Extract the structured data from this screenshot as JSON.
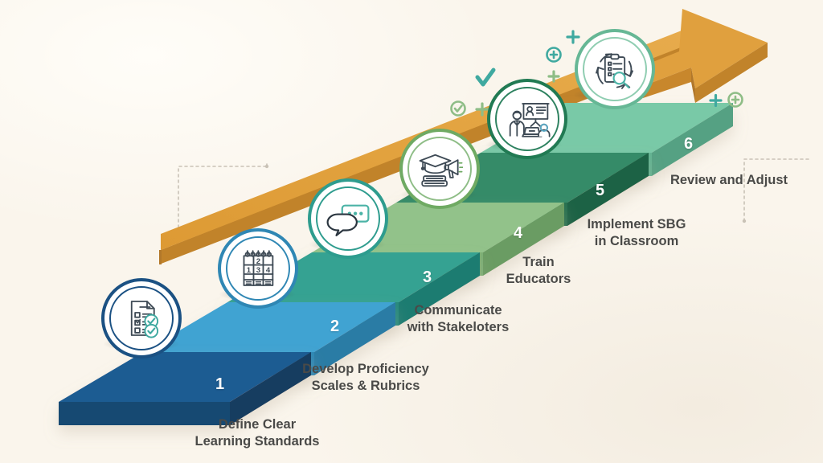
{
  "infographic": {
    "background_color": "#faf5ec",
    "caption_color": "#4a4a48",
    "number_color": "#ffffff",
    "arrow_color": "#e2a03f",
    "arrow_side_color": "#c8862b",
    "arrow_name": "upward-progress-arrow"
  },
  "steps": [
    {
      "number": "1",
      "caption": "Define Clear\nLearning Standards",
      "icon_name": "checklist-document-icon",
      "top_color": "#1b5183",
      "front_color": "#174872",
      "side_color": "#123c61",
      "ring_color": "#1b5183",
      "accent_color": "#3fa9a0"
    },
    {
      "number": "2",
      "caption": "Develop Proficiency\nScales & Rubrics",
      "icon_name": "rubric-scale-grid-icon",
      "top_color": "#3b9ccb",
      "front_color": "#2f87b4",
      "side_color": "#2a7ba5",
      "ring_color": "#2f87b4",
      "accent_color": "#3b9ccb"
    },
    {
      "number": "3",
      "caption": "Communicate\nwith Stakeloters",
      "icon_name": "speech-bubbles-icon",
      "top_color": "#2e9c8e",
      "front_color": "#258a7d",
      "side_color": "#1f7c71",
      "ring_color": "#2e9c8e",
      "accent_color": "#4bb3a6"
    },
    {
      "number": "4",
      "caption": "Train\nEducators",
      "icon_name": "graduation-cap-megaphone-icon",
      "top_color": "#8ebd86",
      "front_color": "#7caf74",
      "side_color": "#6e9f67",
      "ring_color": "#6faa63",
      "accent_color": "#8ebd86"
    },
    {
      "number": "5",
      "caption": "Implement SBG\nin Classroom",
      "icon_name": "teacher-presentation-icon",
      "top_color": "#2e8260",
      "front_color": "#27704f",
      "side_color": "#1f6244",
      "ring_color": "#217a53",
      "accent_color": "#2e8260"
    },
    {
      "number": "6",
      "caption": "Review and Adjust",
      "icon_name": "clipboard-review-cycle-icon",
      "top_color": "#71c3a1",
      "front_color": "#63b392",
      "side_color": "#58a384",
      "ring_color": "#66b795",
      "accent_color": "#71c3a1"
    }
  ],
  "decorations": {
    "check_mark_color": "#3fa9a0",
    "plus_teal_color": "#3fa9a0",
    "plus_green_color": "#8ebd86",
    "dotted_guide_color": "#c9c2b6",
    "items": [
      {
        "name": "check-mark-decoration",
        "glyph": "check"
      },
      {
        "name": "check-circle-decoration",
        "glyph": "check-circle"
      },
      {
        "name": "plus-decoration",
        "glyph": "plus"
      },
      {
        "name": "plus-circle-decoration",
        "glyph": "plus-circle"
      }
    ]
  }
}
